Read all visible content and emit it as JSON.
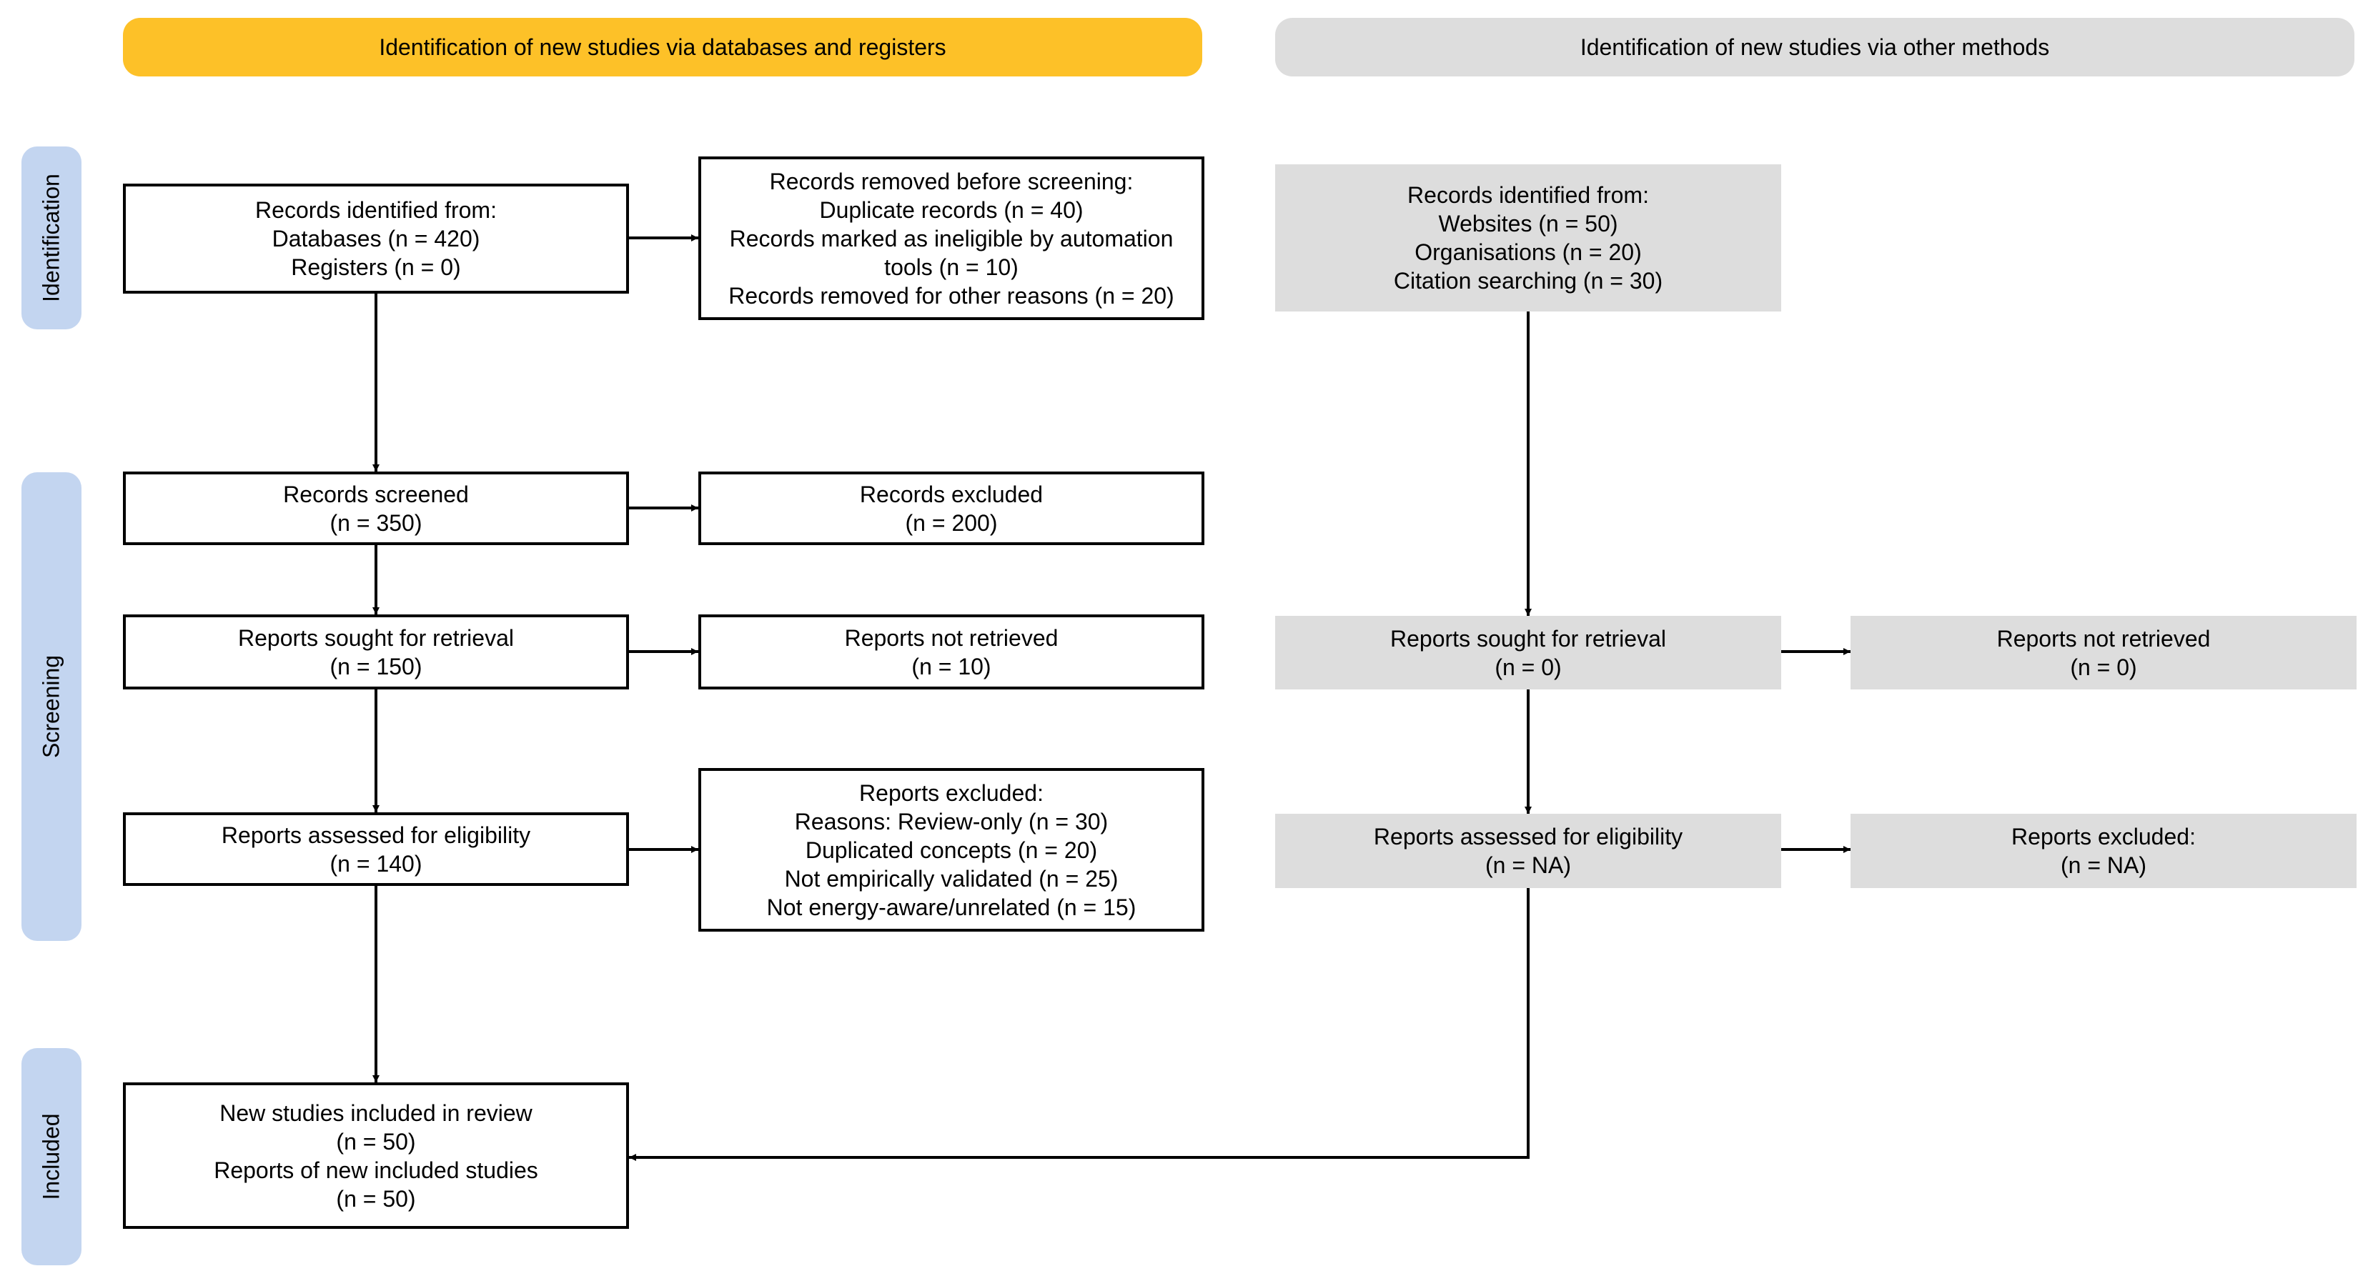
{
  "headers": {
    "databases": "Identification of new studies via databases and registers",
    "other": "Identification of new studies via other methods"
  },
  "phases": {
    "identification": "Identification",
    "screening": "Screening",
    "included": "Included"
  },
  "boxes": {
    "db_identified": [
      "Records identified from:",
      "Databases (n = 420)",
      "Registers (n = 0)"
    ],
    "db_removed": [
      "Records removed before screening:",
      "Duplicate records (n = 40)",
      "Records marked as ineligible by automation",
      "tools (n = 10)",
      "Records removed for other reasons (n = 20)"
    ],
    "db_screened": [
      "Records screened",
      "(n = 350)"
    ],
    "db_excluded": [
      "Records excluded",
      "(n = 200)"
    ],
    "db_sought": [
      "Reports sought for retrieval",
      "(n = 150)"
    ],
    "db_not_retrieved": [
      "Reports not retrieved",
      "(n = 10)"
    ],
    "db_assessed": [
      "Reports assessed for eligibility",
      "(n = 140)"
    ],
    "db_reports_excluded": [
      "Reports excluded:",
      "Reasons: Review-only (n = 30)",
      "Duplicated concepts (n = 20)",
      "Not empirically validated (n = 25)",
      "Not energy-aware/unrelated (n = 15)"
    ],
    "included": [
      "New studies included in review",
      "(n = 50)",
      "Reports of new included studies",
      "(n = 50)"
    ],
    "other_identified": [
      "Records identified from:",
      "Websites (n = 50)",
      "Organisations (n = 20)",
      "Citation searching (n = 30)"
    ],
    "other_sought": [
      "Reports sought for retrieval",
      "(n = 0)"
    ],
    "other_not_retrieved": [
      "Reports not retrieved",
      "(n = 0)"
    ],
    "other_assessed": [
      "Reports assessed for eligibility",
      "(n = NA)"
    ],
    "other_excluded": [
      "Reports excluded:",
      "(n = NA)"
    ]
  },
  "colors": {
    "databases_header": "#FDC128",
    "other_header": "#DDDDDD",
    "phase_label": "#C3D5F0",
    "other_box": "#DDDDDD"
  }
}
